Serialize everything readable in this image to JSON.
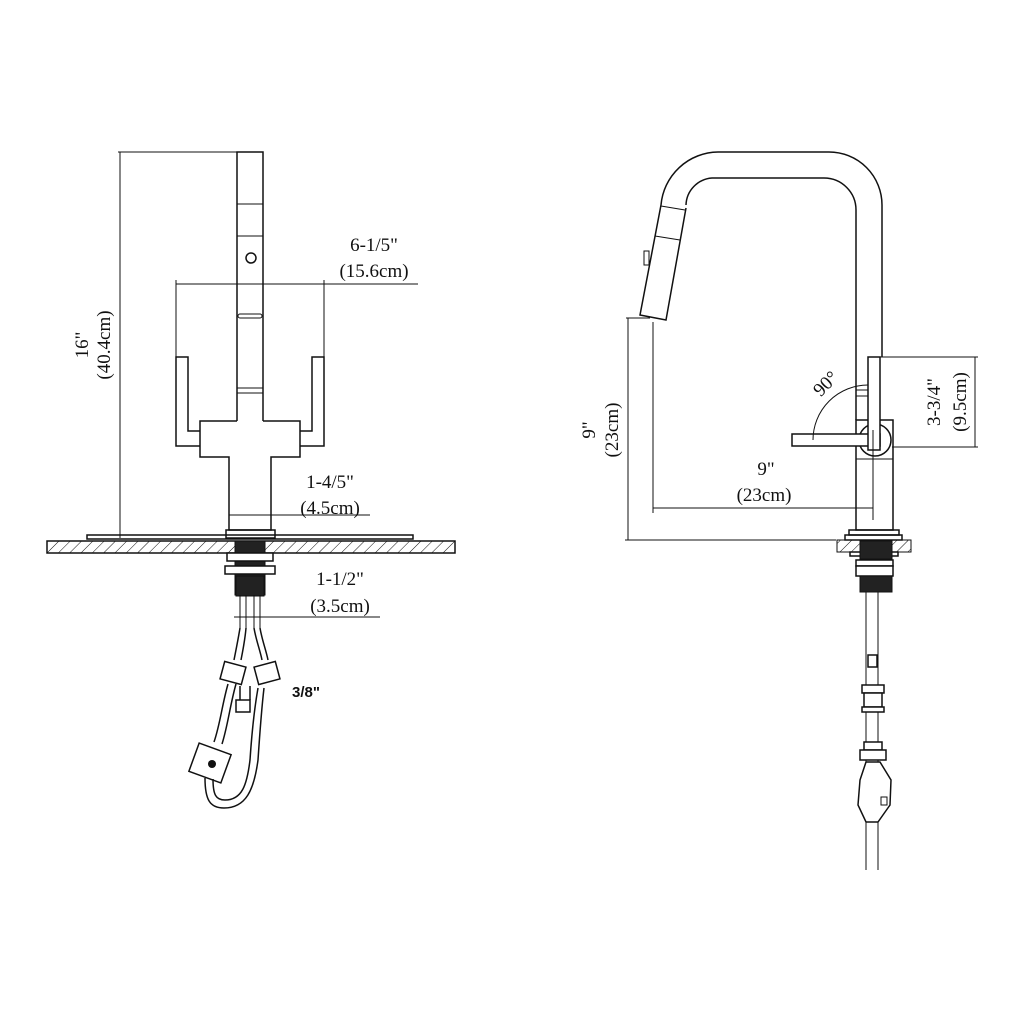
{
  "front_view": {
    "height_in": "16\"",
    "height_cm": "(40.4cm)",
    "handle_spread_in": "6-1/5\"",
    "handle_spread_cm": "(15.6cm)",
    "base_width_in": "1-4/5\"",
    "base_width_cm": "(4.5cm)",
    "shank_in": "1-1/2\"",
    "shank_cm": "(3.5cm)",
    "supply_size": "3/8\""
  },
  "side_view": {
    "spout_height_in": "9\"",
    "spout_height_cm": "(23cm)",
    "spout_reach_in": "9\"",
    "spout_reach_cm": "(23cm)",
    "handle_height_in": "3-3/4\"",
    "handle_height_cm": "(9.5cm)",
    "handle_angle": "90°"
  }
}
